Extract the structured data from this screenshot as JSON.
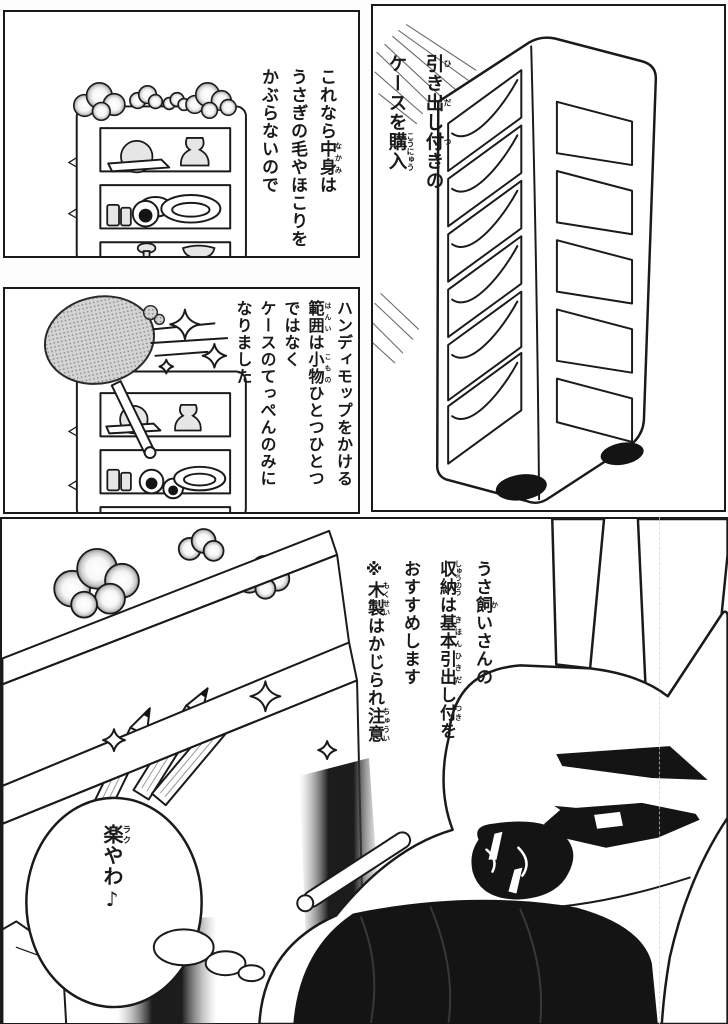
{
  "colors": {
    "paper": "#fdfdfd",
    "ink": "#1a1a1a",
    "stripe": "#c7c7c7",
    "shadow_gray": "#8f8f8f"
  },
  "panels": {
    "top_right": {
      "position": "top-right",
      "narration": [
        [
          {
            "t": "引",
            "r": "ひ"
          },
          {
            "t": "き"
          },
          {
            "t": "出",
            "r": "だ"
          },
          {
            "t": "し"
          },
          {
            "t": "付",
            "r": "つ"
          },
          {
            "t": "きの"
          }
        ],
        [
          {
            "t": "ケースを"
          },
          {
            "t": "購入",
            "r": "こうにゅう"
          }
        ]
      ]
    },
    "top_left": {
      "position": "top-left",
      "narration": [
        [
          {
            "t": "これなら"
          },
          {
            "t": "中身",
            "r": "なかみ"
          },
          {
            "t": "は"
          }
        ],
        [
          {
            "t": "うさぎの毛やほこりを"
          }
        ],
        [
          {
            "t": "かぶらないので"
          }
        ]
      ]
    },
    "middle_left": {
      "position": "middle-left",
      "narration": [
        [
          {
            "t": "ハンディモップをかける"
          }
        ],
        [
          {
            "t": "範囲",
            "r": "はんい"
          },
          {
            "t": "は"
          },
          {
            "t": "小物",
            "r": "こもの"
          },
          {
            "t": "ひとつひとつ"
          }
        ],
        [
          {
            "t": "ではなく"
          }
        ],
        [
          {
            "t": "ケースのてっぺんのみに"
          }
        ],
        [
          {
            "t": "なりました"
          }
        ]
      ]
    },
    "bottom": {
      "position": "bottom",
      "narration": [
        [
          {
            "t": "うさ"
          },
          {
            "t": "飼",
            "r": "か"
          },
          {
            "t": "いさんの"
          }
        ],
        [
          {
            "t": "収納",
            "r": "しゅうのう"
          },
          {
            "t": "は"
          },
          {
            "t": "基本",
            "r": "きほん"
          },
          {
            "t": "引出",
            "r": "ひきだ"
          },
          {
            "t": "し"
          },
          {
            "t": "付",
            "r": "つき"
          },
          {
            "t": "を"
          }
        ],
        [
          {
            "t": "おすすめします"
          }
        ],
        [
          {
            "t": "※"
          },
          {
            "t": "木製",
            "r": "もくせい"
          },
          {
            "t": "はかじられ"
          },
          {
            "t": "注意",
            "r": "ちゅうい"
          }
        ]
      ],
      "bubble": [
        [
          {
            "t": "楽",
            "r": "ラク"
          },
          {
            "t": "やわ♪"
          }
        ]
      ]
    }
  }
}
